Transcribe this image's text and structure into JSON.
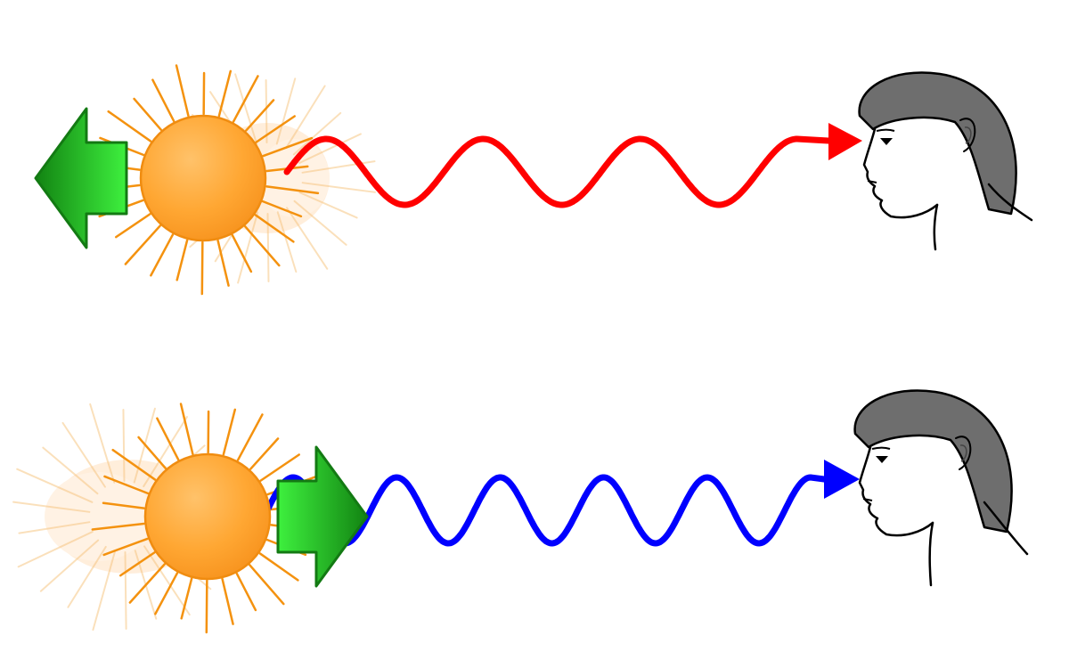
{
  "diagram": {
    "rows": [
      {
        "motion": "away-from-observer",
        "wave_color": "#ff0000",
        "wavelength": "long",
        "cycles": 3,
        "arrow_direction": "left"
      },
      {
        "motion": "toward-observer",
        "wave_color": "#0000ff",
        "wavelength": "short",
        "cycles": 5,
        "arrow_direction": "right"
      }
    ],
    "colors": {
      "star_fill": "#ffa733",
      "star_stroke": "#e88b10",
      "ray": "#f4920f",
      "arrow_fill": "#2ecc2e",
      "arrow_stroke": "#137a13",
      "hair": "#6e6e6e",
      "outline": "#000000"
    },
    "icons": [
      "star-icon",
      "motion-arrow-icon",
      "light-wave",
      "observer-head-icon"
    ]
  }
}
